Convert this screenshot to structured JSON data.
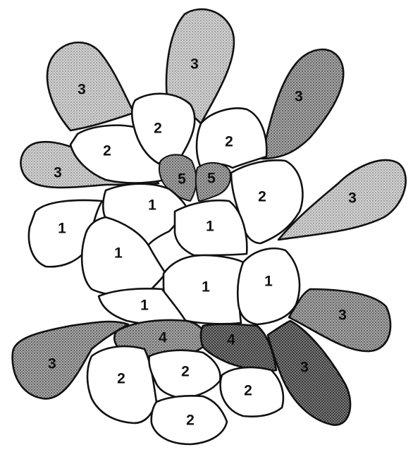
{
  "diagram": {
    "cells": [
      {
        "id": "c1",
        "label": "3",
        "tone": "light"
      },
      {
        "id": "c2",
        "label": "3",
        "tone": "light"
      },
      {
        "id": "c3",
        "label": "3",
        "tone": "medium"
      },
      {
        "id": "c4",
        "label": "3",
        "tone": "light"
      },
      {
        "id": "c5",
        "label": "3",
        "tone": "light"
      },
      {
        "id": "c6",
        "label": "3",
        "tone": "medium"
      },
      {
        "id": "c7",
        "label": "3",
        "tone": "medium"
      },
      {
        "id": "c8",
        "label": "3",
        "tone": "dark"
      },
      {
        "id": "c9",
        "label": "2",
        "tone": "white"
      },
      {
        "id": "c10",
        "label": "2",
        "tone": "white"
      },
      {
        "id": "c11",
        "label": "2",
        "tone": "white"
      },
      {
        "id": "c12",
        "label": "2",
        "tone": "white"
      },
      {
        "id": "c13",
        "label": "5",
        "tone": "medium"
      },
      {
        "id": "c14",
        "label": "5",
        "tone": "medium"
      },
      {
        "id": "c15",
        "label": "1",
        "tone": "white"
      },
      {
        "id": "c16",
        "label": "1",
        "tone": "white"
      },
      {
        "id": "c17",
        "label": "1",
        "tone": "white"
      },
      {
        "id": "c18",
        "label": "1",
        "tone": "white"
      },
      {
        "id": "c19",
        "label": "1",
        "tone": "white"
      },
      {
        "id": "c20",
        "label": "1",
        "tone": "white"
      },
      {
        "id": "c21",
        "label": "1",
        "tone": "white"
      },
      {
        "id": "c22",
        "label": "4",
        "tone": "medium"
      },
      {
        "id": "c23",
        "label": "4",
        "tone": "dark"
      },
      {
        "id": "c24",
        "label": "2",
        "tone": "white"
      },
      {
        "id": "c25",
        "label": "2",
        "tone": "white"
      },
      {
        "id": "c26",
        "label": "2",
        "tone": "white"
      },
      {
        "id": "c27",
        "label": "2",
        "tone": "white"
      }
    ],
    "tones": {
      "white": "#ffffff",
      "light": "#c4c4c4",
      "medium": "#9a9a9a",
      "dark": "#6e6e6e"
    }
  }
}
